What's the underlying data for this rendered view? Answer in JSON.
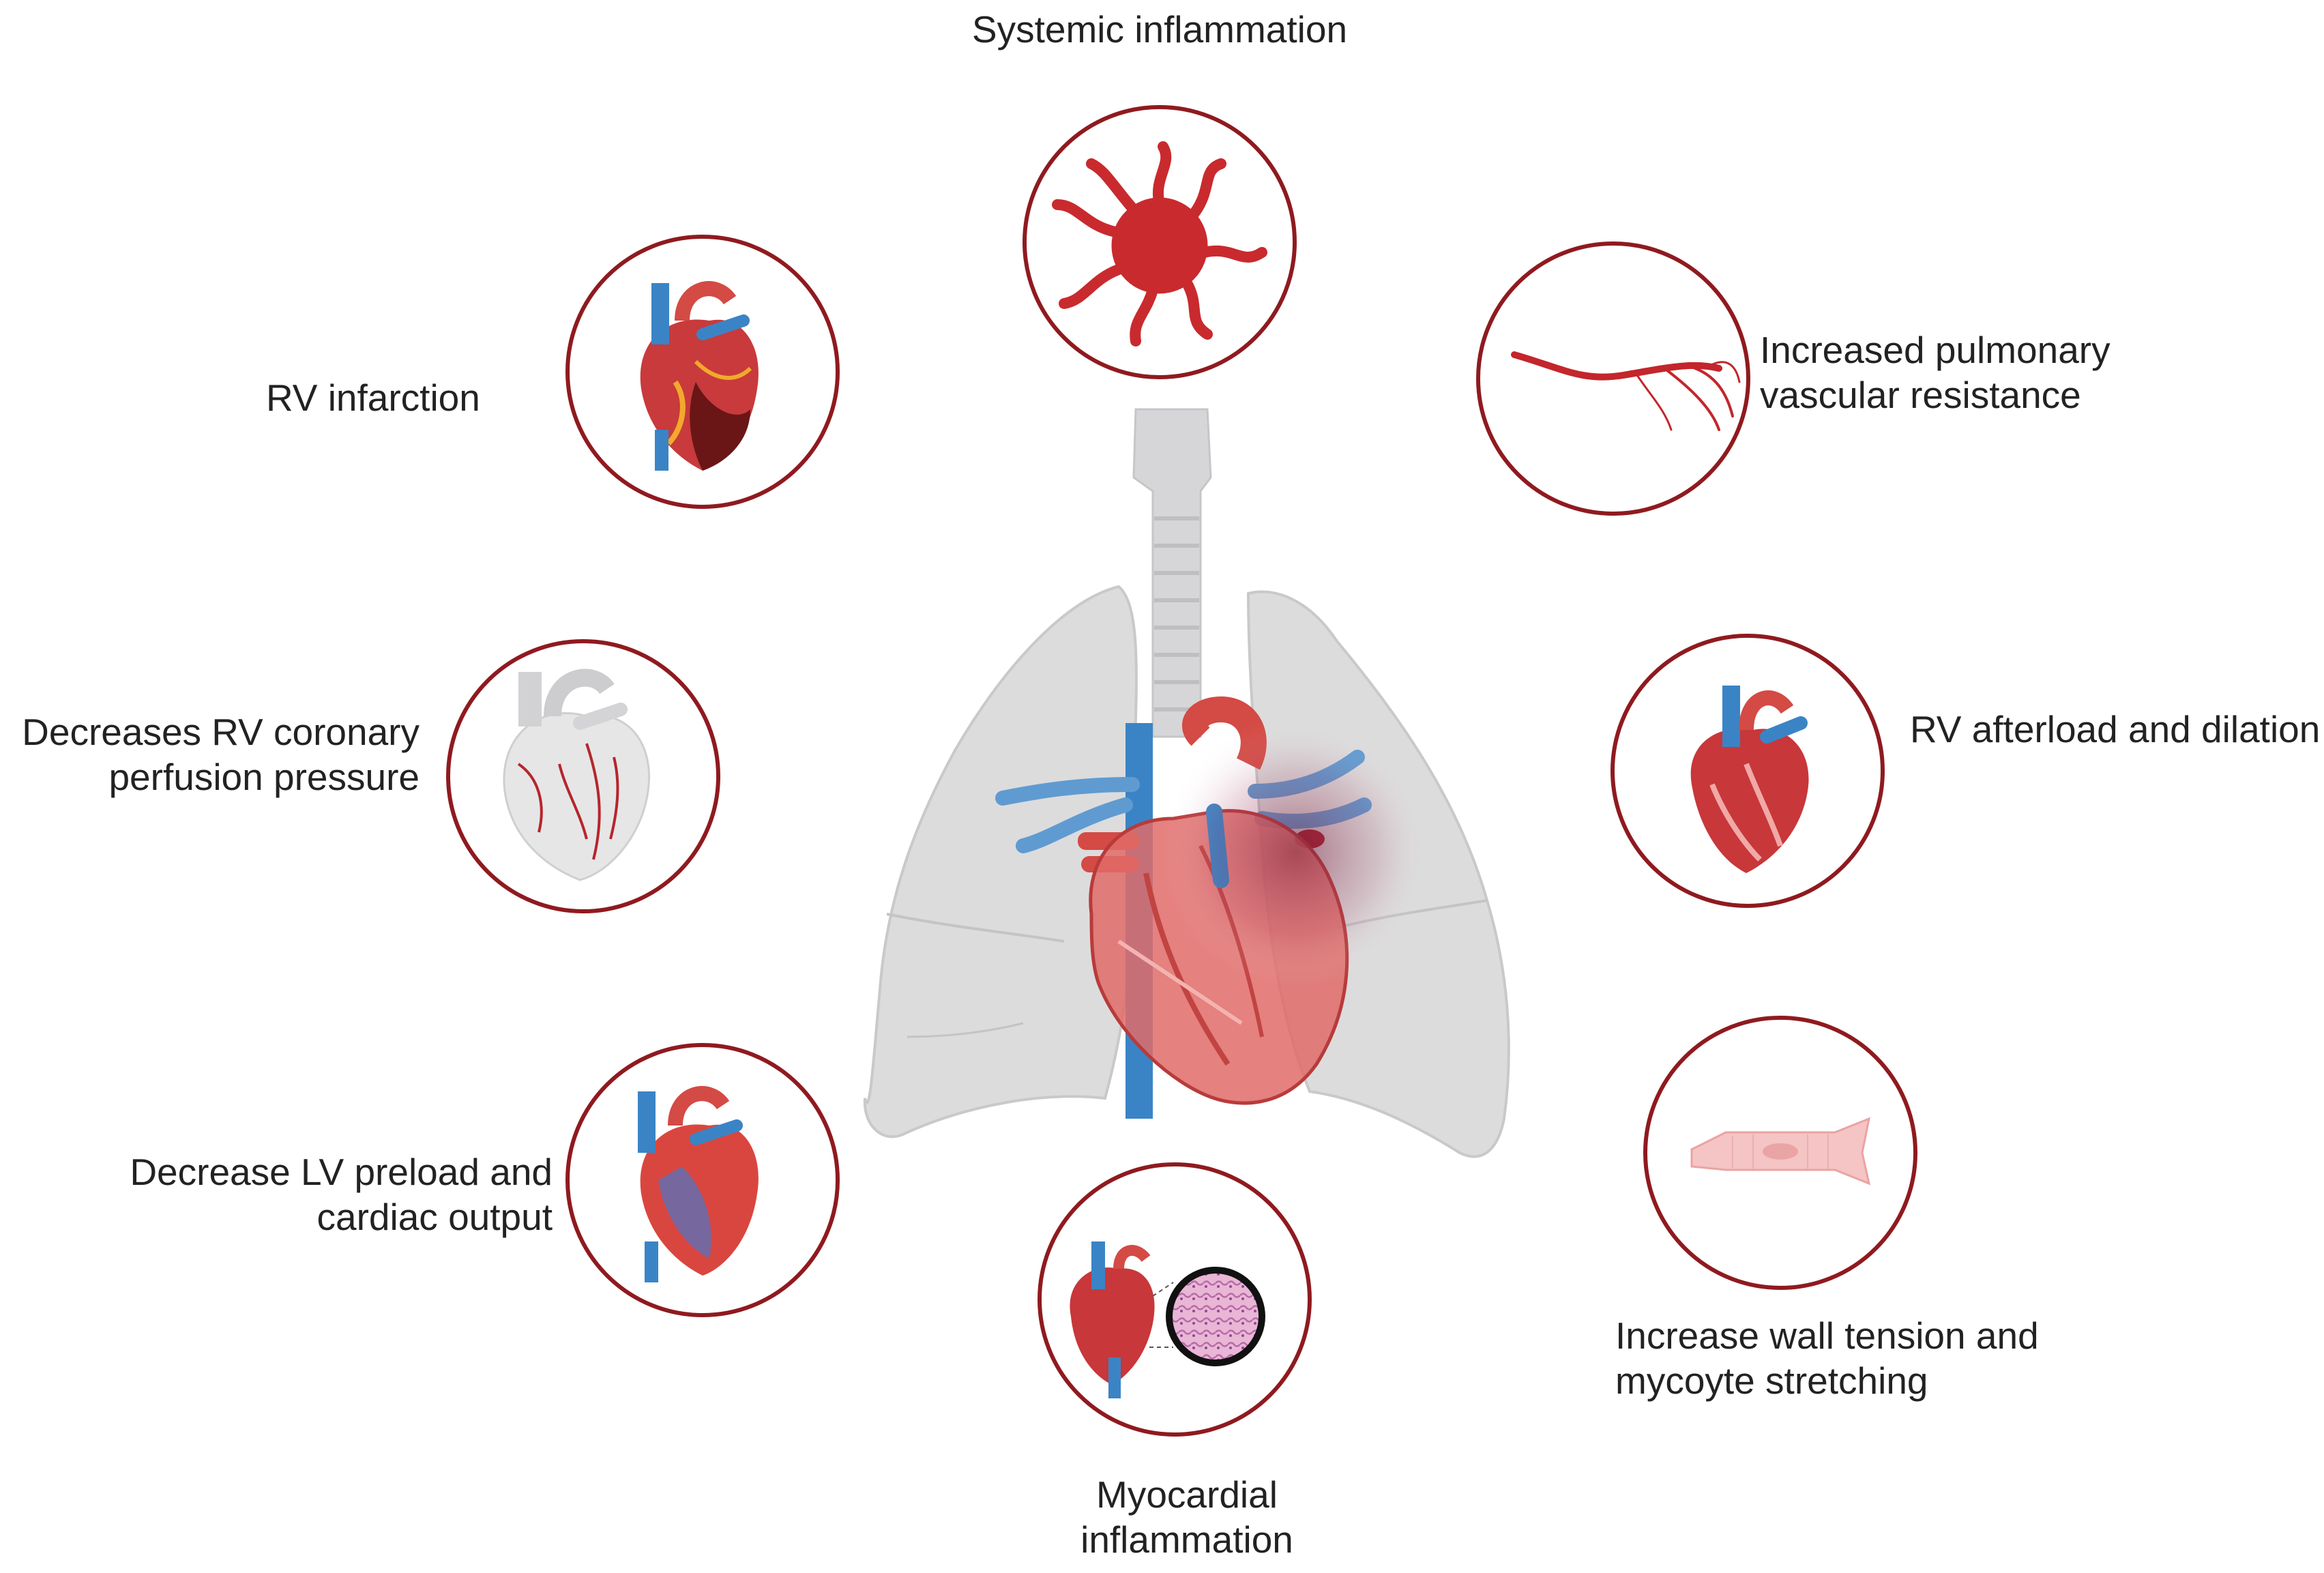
{
  "colors": {
    "ring": "#8f1a1f",
    "heart_red": "#d9463f",
    "vessel_blue": "#3a84c6",
    "lung_gray": "#d9d9da",
    "text": "#222222"
  },
  "center": {
    "icons": [
      "trachea-icon",
      "lungs-icon",
      "heart-icon"
    ]
  },
  "items": {
    "systemic": {
      "label_lines": [
        "Systemic inflammation"
      ],
      "icon": "immune-cell-icon"
    },
    "pvr": {
      "label_lines": [
        "Increased pulmonary",
        "vascular resistance"
      ],
      "icon": "pulmonary-vessel-icon"
    },
    "rv_afterload": {
      "label_lines": [
        "RV afterload and dilation"
      ],
      "icon": "dilated-heart-icon"
    },
    "wall_tension": {
      "label_lines": [
        "Increase wall tension and",
        "mycoyte stretching"
      ],
      "icon": "myocyte-icon"
    },
    "myocardial": {
      "label_lines": [
        "Myocardial",
        "inflammation"
      ],
      "icon": "heart-histology-icon"
    },
    "lv_preload": {
      "label_lines": [
        "Decrease LV preload and",
        "cardiac output"
      ],
      "icon": "heart-section-icon"
    },
    "coronary": {
      "label_lines": [
        "Decreases RV coronary",
        "perfusion pressure"
      ],
      "icon": "coronary-heart-icon"
    },
    "rv_infarction": {
      "label_lines": [
        "RV infarction"
      ],
      "icon": "infarcted-heart-icon"
    }
  }
}
